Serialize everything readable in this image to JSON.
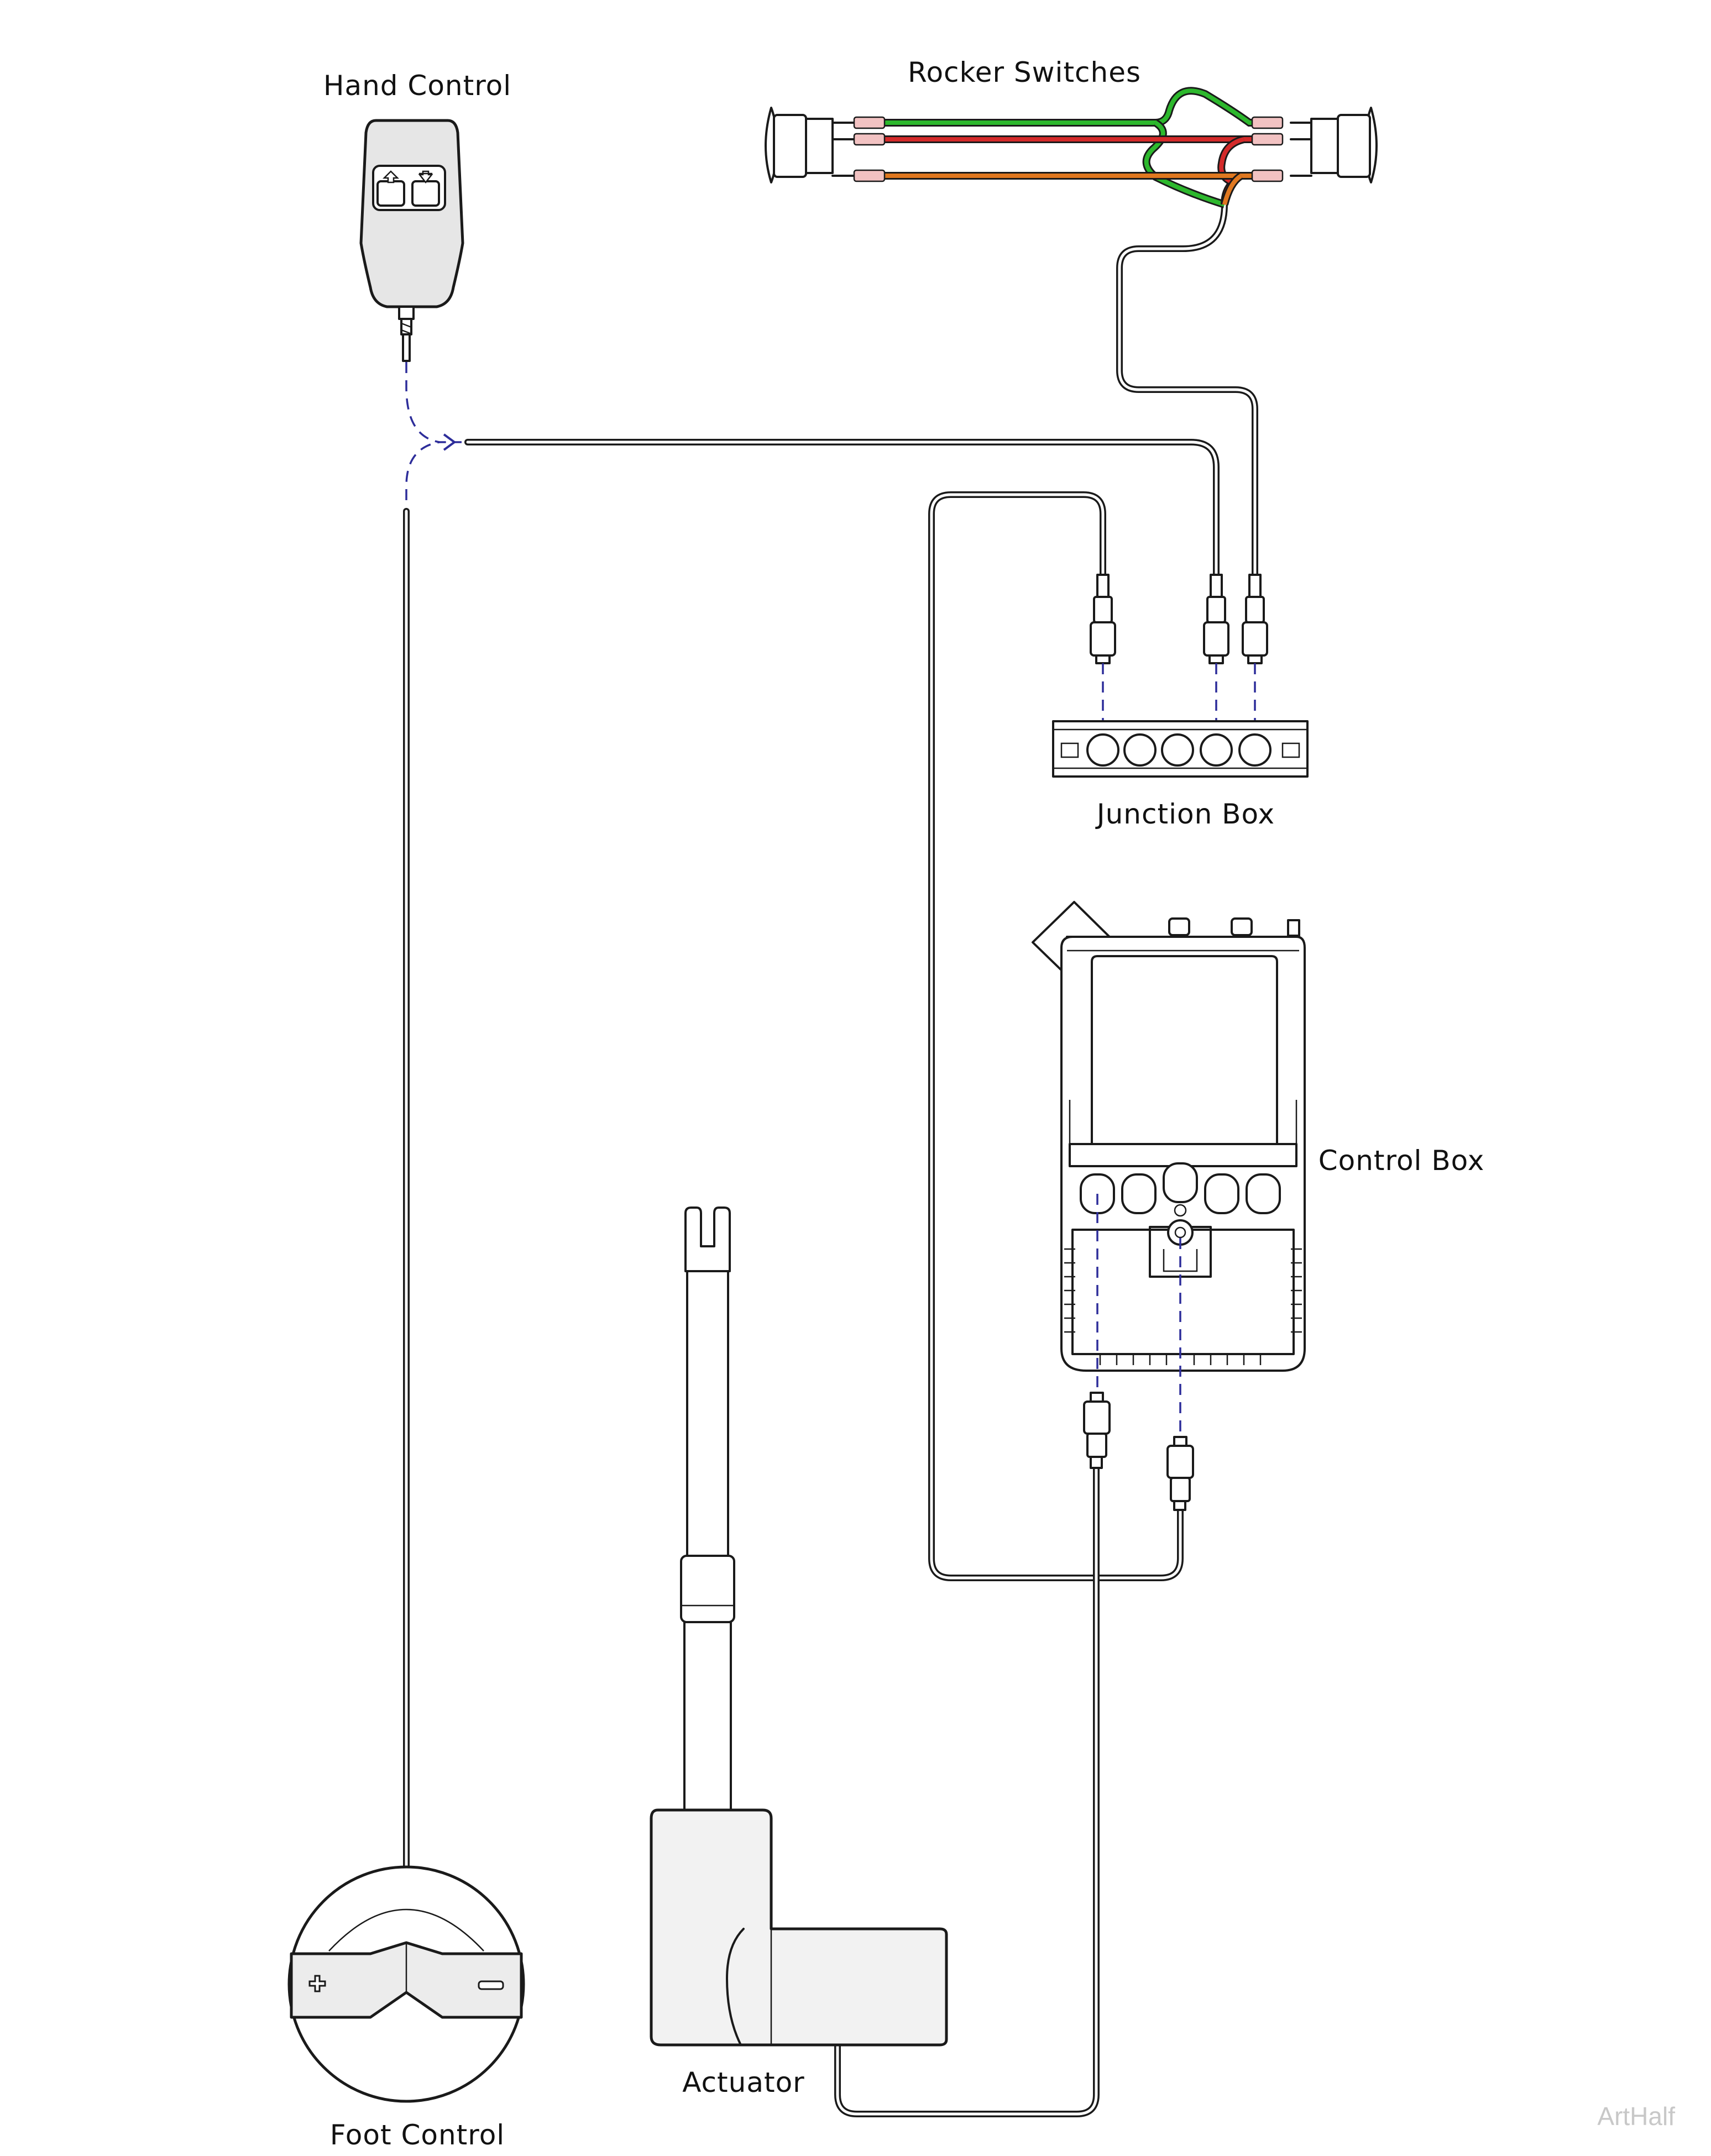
{
  "labels": {
    "rocker_switches": "Rocker Switches",
    "hand_control": "Hand Control",
    "junction_box": "Junction Box",
    "control_box": "Control Box",
    "actuator": "Actuator",
    "foot_control": "Foot Control"
  },
  "watermark": "ArtHalf",
  "wire_colors": {
    "green": "#2db82d",
    "red": "#d42a2a",
    "orange": "#e07820",
    "dashed_link": "#2d2d9a"
  },
  "icons": {
    "hand_up": "arrow-up-icon",
    "hand_down": "arrow-down-icon",
    "foot_plus": "plus-icon",
    "foot_minus": "minus-icon"
  }
}
